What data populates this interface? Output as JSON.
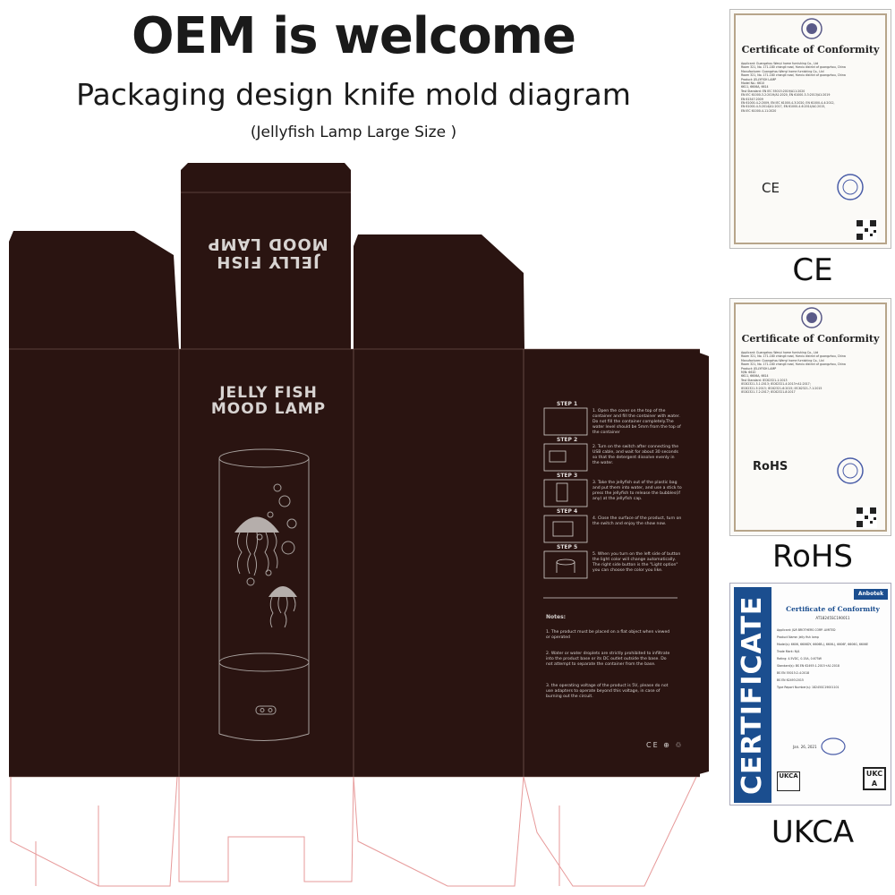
{
  "header": {
    "headline": "OEM is welcome",
    "subheadline": "Packaging design knife mold diagram",
    "note": "(Jellyfish Lamp Large Size )"
  },
  "box": {
    "brand_top": [
      "JELLY FISH",
      "MOOD LAMP"
    ],
    "brand_front": [
      "JELLY FISH",
      "MOOD LAMP"
    ],
    "steps": [
      {
        "label": "STEP 1",
        "text": "1. Open the cover on the top of the container and fill the container with water. Do not fill the container completely.The water level should be 5mm from the top of the container"
      },
      {
        "label": "STEP 2",
        "text": "2. Turn on the switch after connecting the USB cable, and wait for about 30 seconds so that the detergent dissolve evenly in the water."
      },
      {
        "label": "STEP 3",
        "text": "3. Take the jellyfish out of the plastic bag and put them into water, and use a stick to press the jellyfish to release the bubbles(if any) at the jellyfish cap."
      },
      {
        "label": "STEP 4",
        "text": "4. Close the surface of the product, turn on the switch and enjoy the show now."
      },
      {
        "label": "STEP 5",
        "text": "5. When you turn on the left side of button the light color will change automatically. The right side button is the \"Light option\" you can choose the color you like."
      }
    ],
    "notes_title": "Notes:",
    "notes": [
      "1. The product must be placed on a flat object when viewed or operated",
      "2. Water or water droplets are strictly prohibited to infiltrate into the product base or its DC outlet outside the base. Do not attempt to separate the container from the base.",
      "3. the operating voltage of the product is 5V, please do not use adapters to operate beyond this voltage, in case of burning out the circuit."
    ],
    "compliance_marks": "CE ⊕ ♲"
  },
  "certificates": {
    "ce": {
      "title": "Certificate of Conformity",
      "badge": "CE",
      "label": "CE",
      "rows": [
        "Applicant: Guangzhou Wenyi home furnishing Co., Ltd",
        "Room 321, No. 171-180 changli road, Yuexiu district of guangzhou, China",
        "Manufacturer: Guangzhou Wenyi home furnishing Co., Ltd",
        "Room 321, No. 171-180 changli road, Yuexiu district of guangzhou, China",
        "Product: JELLYFISH LAMP",
        "Model No.: 6610",
        "6611, 6606A, 6614",
        "Test Standard: EN IEC 55015:2019/A11:2020",
        "EN IEC 61000-3-2:2019/A1:2020, EN 61000-3-3:2013/A1:2019",
        "EN 61547:2009",
        "EN 61000-4-2:2009, EN IEC 61000-4-3:2020, EN 61000-4-4:2012,",
        "EN 61000-4-5:2014/A1:2017, EN 61000-4-6:2014/AC:2015,",
        "EN IEC 61000-4-11:2020"
      ]
    },
    "rohs": {
      "title": "Certificate of Conformity",
      "badge": "RoHS",
      "label": "RoHS",
      "rows": [
        "Applicant: Guangzhou Wenyi home furnishing Co., Ltd",
        "Room 321, No. 171-180 changli road, Yuexiu district of guangzhou, China",
        "Manufacturer: Guangzhou Wenyi home furnishing Co., Ltd",
        "Room 321, No. 171-180 changli road, Yuexiu district of guangzhou, China",
        "Product: JELLYFISH LAMP",
        "M/N: 6610",
        "6611, 6606A, 6614",
        "Test Standard: IEC62321-1:2013",
        "IEC62321-3-1:2013; IEC62321-4:2013+A1:2017;",
        "IEC62321-5:2013; IEC62321-6:2015; IEC62321-7-1:2015",
        "IEC62321-7-2:2017; IEC62321-8:2017"
      ]
    },
    "ukca": {
      "side_text": "CERTIFICATE",
      "logo": "Anbotek",
      "title": "Certificate of Conformity",
      "number": "AT18245SC190011",
      "rows": [
        "Applicant: J&R BROTHERS CORP. LIMITED",
        "Product Name: Jelly fish lamp",
        "Model(s): 6606, 6606DY, 6606B-J, 6606-J, 6606F, 6606G, 6606E",
        "Trade Mark: N/A",
        "Rating: 4.5VDC, 0.15A, 0.675W",
        "Standard(s): BS EN 62493:1-2015+A1:2018",
        "BS EN 55015:2-4:2018",
        "BS EN 62493:2015",
        "Type Report Number(s): 18245SC19001101"
      ],
      "date": "Jan. 26, 2021",
      "mark": "UKCA",
      "label": "UKCA"
    }
  },
  "colors": {
    "box_fill": "#2a1411",
    "die_line": "#e79a9a",
    "text_light": "#d8d4d2",
    "ukca_blue": "#1b4e8f"
  }
}
